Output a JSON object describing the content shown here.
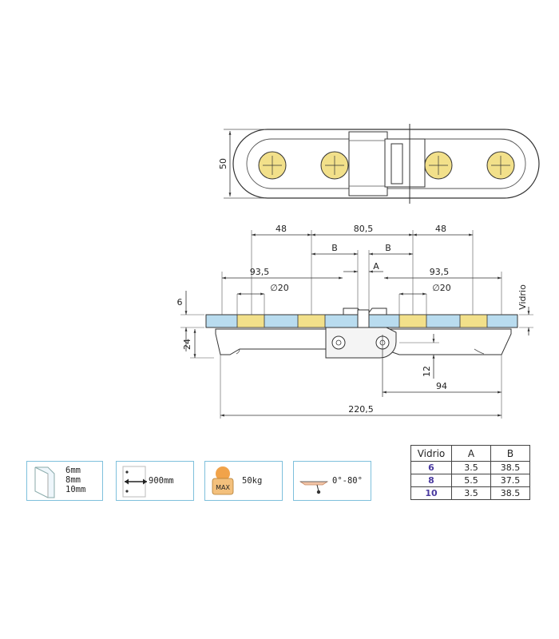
{
  "top_view": {
    "dim_height": "50"
  },
  "front_view": {
    "dim_left_48": "48",
    "dim_center_80_5": "80,5",
    "dim_right_48": "48",
    "dim_b_left": "B",
    "dim_b_right": "B",
    "dim_a": "A",
    "dim_left_93_5": "93,5",
    "dim_right_93_5": "93,5",
    "dim_dia_left": "∅20",
    "dim_dia_right": "∅20",
    "dim_6": "6",
    "dim_24": "24",
    "dim_12": "12",
    "dim_94": "94",
    "dim_total": "220,5",
    "label_glass": "Vidrio"
  },
  "features": [
    {
      "icon": "glass-thickness-icon",
      "lines": [
        "6mm",
        "8mm",
        "10mm"
      ]
    },
    {
      "icon": "door-width-icon",
      "text": "900mm"
    },
    {
      "icon": "max-weight-icon",
      "icon_label": "MAX",
      "text": "50kg"
    },
    {
      "icon": "opening-angle-icon",
      "text": "0°-80°"
    }
  ],
  "table": {
    "headers": [
      "Vidrio",
      "A",
      "B"
    ],
    "rows": [
      [
        "6",
        "3.5",
        "38.5"
      ],
      [
        "8",
        "5.5",
        "37.5"
      ],
      [
        "10",
        "3.5",
        "38.5"
      ]
    ]
  },
  "colors": {
    "glass": "#b9dcef",
    "pin": "#f2e08a",
    "line": "#333333",
    "frame": "#7ec0dc",
    "glass_number": "#4a3aa0"
  }
}
